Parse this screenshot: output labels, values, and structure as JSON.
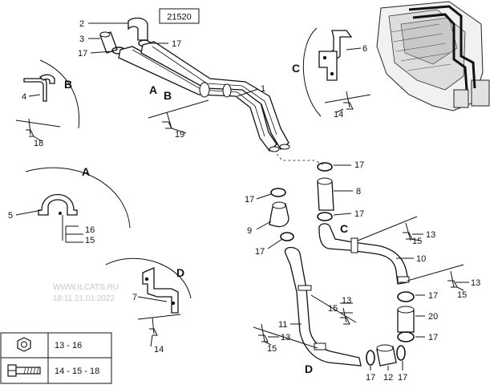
{
  "ref_box": "21520",
  "callouts": {
    "n2": "2",
    "n3": "3",
    "n17a": "17",
    "n17b": "17",
    "n1": "1",
    "n4": "4",
    "n18": "18",
    "n19": "19",
    "n6": "6",
    "n14a": "14",
    "n5": "5",
    "n16": "16",
    "n15a": "15",
    "n7": "7",
    "n14b": "14",
    "n17c": "17",
    "n17d": "17",
    "n8": "8",
    "n17e": "17",
    "n9": "9",
    "n17f": "17",
    "n15b": "15",
    "n13a": "13",
    "n10": "10",
    "n15c": "15",
    "n13b": "13",
    "n17g": "17",
    "n20": "20",
    "n17h": "17",
    "n11": "11",
    "n15d": "15",
    "n13c": "13",
    "n15e": "15",
    "n13d": "13",
    "n17i": "17",
    "n12": "12",
    "n17j": "17"
  },
  "section_labels": {
    "a1": "A",
    "b1": "B",
    "b2": "B",
    "c1": "C",
    "a2": "A",
    "c2": "C",
    "d1": "D",
    "d2": "D"
  },
  "legend": [
    {
      "icon": "hex-nut-icon",
      "text": "13 - 16"
    },
    {
      "icon": "bolt-icon",
      "text": "14 - 15 - 18"
    }
  ],
  "watermark": {
    "line1": "WWW.ILCATS.RU",
    "line2": "18:11 21.01.2022"
  }
}
